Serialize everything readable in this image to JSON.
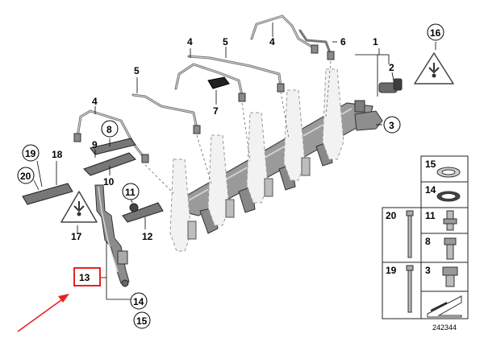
{
  "diagram": {
    "callouts": {
      "c1": "1",
      "c2": "2",
      "c3": "3",
      "c4a": "4",
      "c4b": "4",
      "c4c": "4",
      "c5a": "5",
      "c5b": "5",
      "c6": "6",
      "c7": "7",
      "c8": "8",
      "c9": "9",
      "c10": "10",
      "c11": "11",
      "c12": "12",
      "c13": "13",
      "c14": "14",
      "c15": "15",
      "c16": "16",
      "c17": "17",
      "c18": "18",
      "c19": "19",
      "c20": "20"
    },
    "parts_table": {
      "r15": "15",
      "r14": "14",
      "r20": "20",
      "r11": "11",
      "r8": "8",
      "r19": "19",
      "r3": "3"
    },
    "reference_number": "242344",
    "highlight_color": "#e8231f"
  }
}
